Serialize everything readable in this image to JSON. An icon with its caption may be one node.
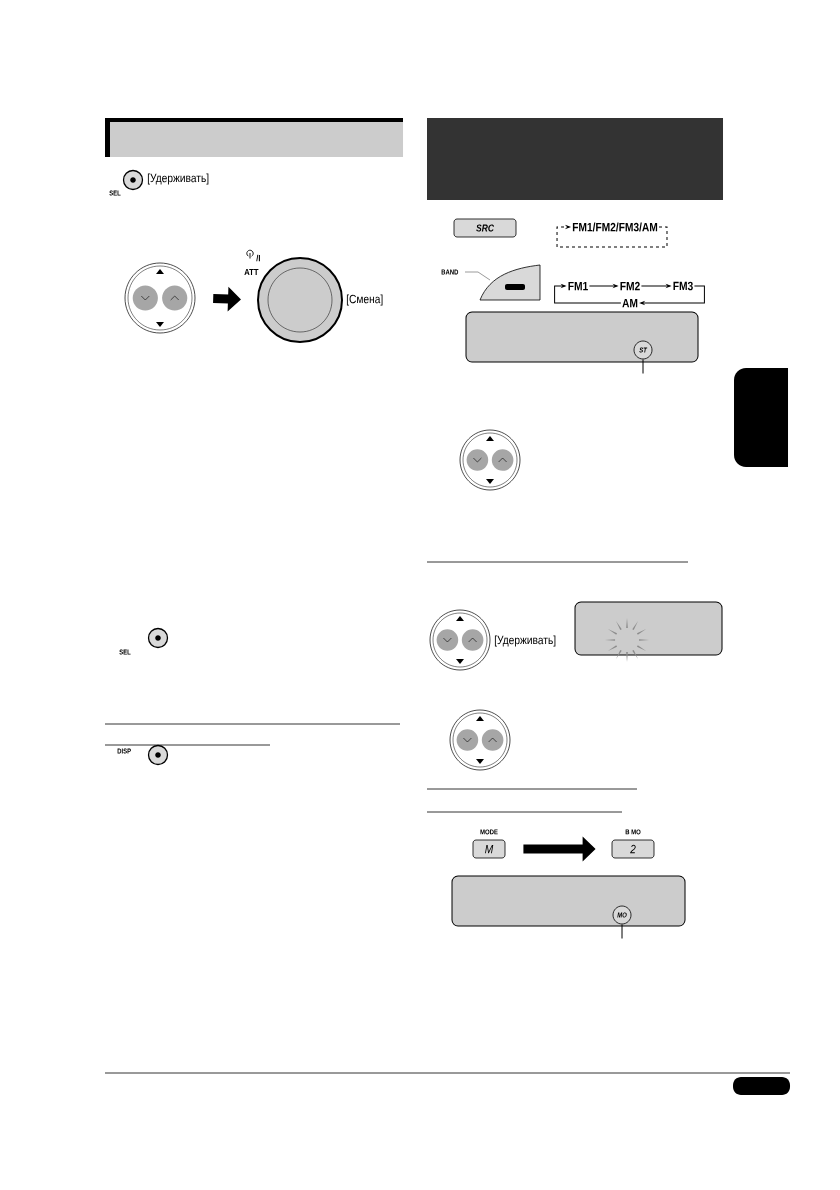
{
  "diagram": {
    "nodes": [
      {
        "text": [],
        "shape": "picture"
      },
      {
        "text": [],
        "shape": "circle",
        "beside": [
          "[Смена]"
        ]
      },
      {
        "text": [
          "SRC"
        ]
      },
      {
        "text": [
          "FM1/FM2/FM3/AM"
        ]
      },
      {
        "text": [
          "FM1"
        ]
      },
      {
        "text": [
          "FM2"
        ]
      },
      {
        "text": [
          "FM3"
        ]
      },
      {
        "text": [
          "AM"
        ]
      },
      {
        "text": [
          "ST"
        ]
      },
      {
        "text": [
          "M"
        ],
        "beside": [
          "MODE"
        ]
      },
      {
        "text": [
          "2"
        ],
        "beside": [
          "B MO"
        ]
      },
      {
        "text": [
          "MO"
        ]
      },
      {
        "text": [],
        "shape": "circle"
      },
      {
        "text": [],
        "shape": "circle"
      },
      {
        "text": [],
        "shape": "circle"
      }
    ],
    "edges": [
      {
        "from": 0,
        "to": 1,
        "arrow": "to",
        "style": "thick"
      },
      {
        "from": 3,
        "to": 3,
        "arrow": "to",
        "style": "dashed"
      },
      {
        "from": 4,
        "to": 5,
        "arrow": "to"
      },
      {
        "from": 5,
        "to": 6,
        "arrow": "to"
      },
      {
        "from": 6,
        "to": 7,
        "arrow": "to"
      },
      {
        "from": 7,
        "to": 4,
        "arrow": "to"
      },
      {
        "from": 8,
        "to": null,
        "arrow": "none"
      },
      {
        "from": 9,
        "to": 10,
        "arrow": "to",
        "style": "thick"
      },
      {
        "from": 11,
        "to": null,
        "arrow": "none"
      }
    ],
    "labels": [
      "SEL",
      "[Удерживать]",
      "/I",
      "ATT",
      "BAND",
      "[Удерживать]",
      "SEL",
      "DISP"
    ]
  }
}
